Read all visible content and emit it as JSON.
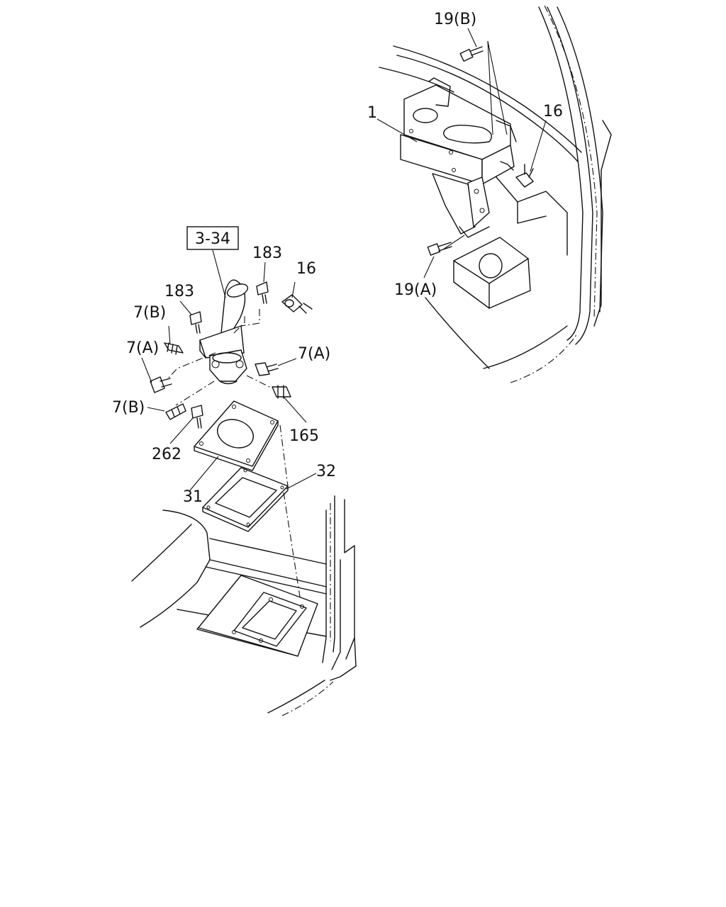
{
  "callouts": {
    "ref_box": "3-34",
    "c_19b": "19(B)",
    "c_1": "1",
    "c_16_top": "16",
    "c_19a": "19(A)",
    "c_183_upper": "183",
    "c_183_lower": "183",
    "c_16_mid": "16",
    "c_7b_upper": "7(B)",
    "c_7a_left": "7(A)",
    "c_7a_right": "7(A)",
    "c_7b_lower": "7(B)",
    "c_165": "165",
    "c_262": "262",
    "c_32": "32",
    "c_31": "31"
  },
  "colors": {
    "ink": "#111111",
    "paper": "#ffffff"
  }
}
